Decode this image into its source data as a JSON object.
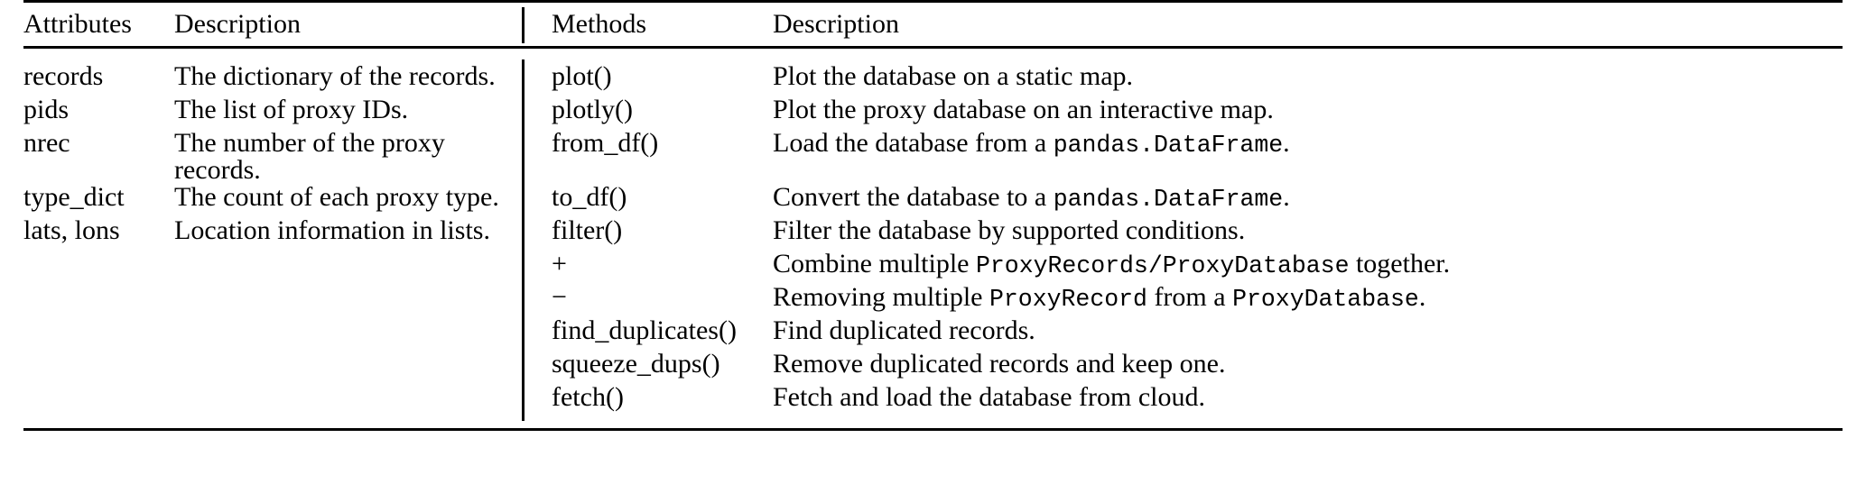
{
  "table": {
    "headers": {
      "attributes": "Attributes",
      "attributes_description": "Description",
      "methods": "Methods",
      "methods_description": "Description"
    },
    "attributes_rows": [
      {
        "name": "records",
        "description": "The dictionary of the records."
      },
      {
        "name": "pids",
        "description": "The list of proxy IDs."
      },
      {
        "name": "nrec",
        "description": "The number of the proxy records."
      },
      {
        "name": "type_dict",
        "description": "The count of each proxy type."
      },
      {
        "name": "lats, lons",
        "description": "Location information in lists."
      }
    ],
    "methods_rows": [
      {
        "name": "plot()",
        "description_parts": [
          {
            "text": "Plot the database on a static map.",
            "mono": false
          }
        ]
      },
      {
        "name": "plotly()",
        "description_parts": [
          {
            "text": "Plot the proxy database on an interactive map.",
            "mono": false
          }
        ]
      },
      {
        "name": "from_df()",
        "description_parts": [
          {
            "text": "Load the database from a ",
            "mono": false
          },
          {
            "text": "pandas.DataFrame",
            "mono": true
          },
          {
            "text": ".",
            "mono": false
          }
        ]
      },
      {
        "name": "to_df()",
        "description_parts": [
          {
            "text": "Convert the database to a ",
            "mono": false
          },
          {
            "text": "pandas.DataFrame",
            "mono": true
          },
          {
            "text": ".",
            "mono": false
          }
        ]
      },
      {
        "name": "filter()",
        "description_parts": [
          {
            "text": "Filter the database by supported conditions.",
            "mono": false
          }
        ]
      },
      {
        "name": "+",
        "description_parts": [
          {
            "text": "Combine multiple ",
            "mono": false
          },
          {
            "text": "ProxyRecords/ProxyDatabase",
            "mono": true
          },
          {
            "text": " together.",
            "mono": false
          }
        ]
      },
      {
        "name": "−",
        "description_parts": [
          {
            "text": "Removing multiple ",
            "mono": false
          },
          {
            "text": "ProxyRecord",
            "mono": true
          },
          {
            "text": " from a ",
            "mono": false
          },
          {
            "text": "ProxyDatabase",
            "mono": true
          },
          {
            "text": ".",
            "mono": false
          }
        ]
      },
      {
        "name": "find_duplicates()",
        "description_parts": [
          {
            "text": "Find duplicated records.",
            "mono": false
          }
        ]
      },
      {
        "name": "squeeze_dups()",
        "description_parts": [
          {
            "text": "Remove duplicated records and keep one.",
            "mono": false
          }
        ]
      },
      {
        "name": "fetch()",
        "description_parts": [
          {
            "text": "Fetch and load the database from cloud.",
            "mono": false
          }
        ]
      }
    ]
  },
  "style": {
    "rule_color": "#000000",
    "text_color": "#000000",
    "background": "#ffffff"
  }
}
